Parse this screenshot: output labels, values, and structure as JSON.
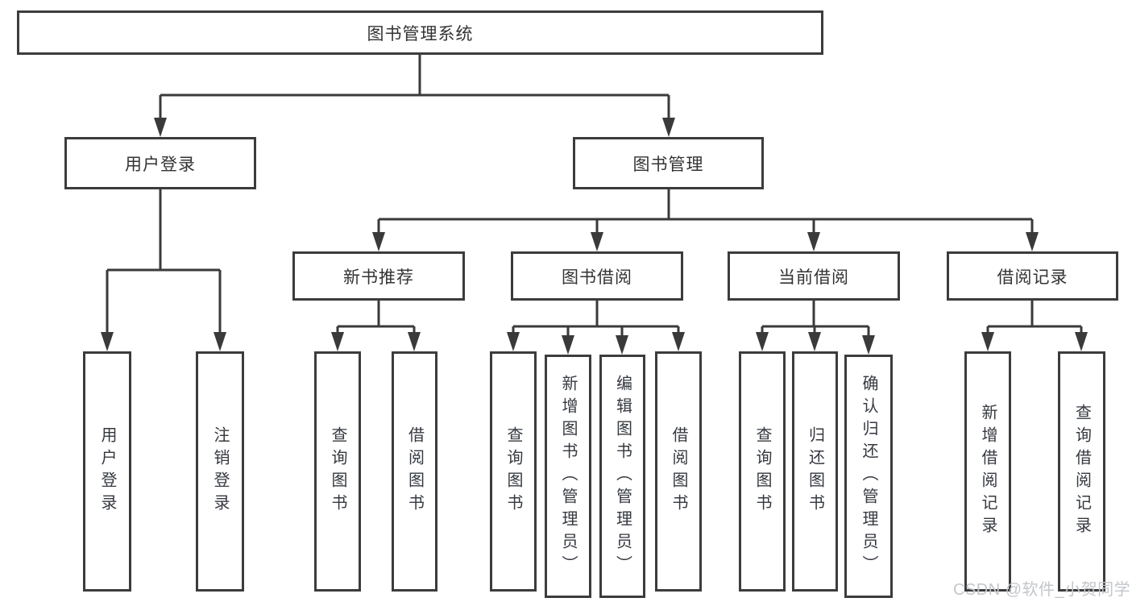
{
  "diagram": {
    "root": "图书管理系统",
    "login_branch": {
      "label": "用户登录",
      "children": [
        "用户登录",
        "注销登录"
      ]
    },
    "mgmt_branch": {
      "label": "图书管理",
      "sections": [
        {
          "label": "新书推荐",
          "children": [
            "查询图书",
            "借阅图书"
          ]
        },
        {
          "label": "图书借阅",
          "children": [
            "查询图书",
            "新增图书（管理员）",
            "编辑图书（管理员）",
            "借阅图书"
          ]
        },
        {
          "label": "当前借阅",
          "children": [
            "查询图书",
            "归还图书",
            "确认归还（管理员）"
          ]
        },
        {
          "label": "借阅记录",
          "children": [
            "新增借阅记录",
            "查询借阅记录"
          ]
        }
      ]
    }
  },
  "watermark": "CSDN @软件_小贺同学",
  "colors": {
    "line": "#3a3a3a",
    "box_border": "#3c3c3c",
    "text": "#333333",
    "watermark_text": "#c3c6cb",
    "background": "#ffffff"
  }
}
